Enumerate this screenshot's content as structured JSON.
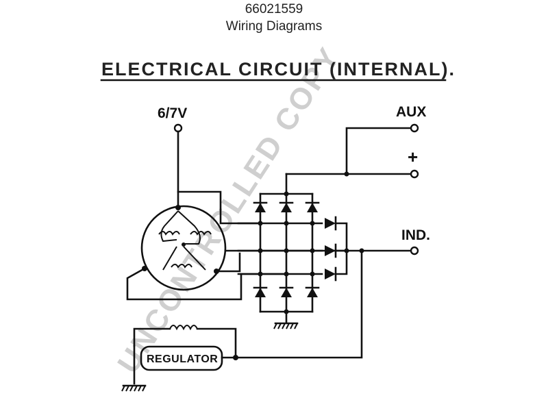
{
  "header": {
    "part_number": "66021559",
    "subtitle": "Wiring Diagrams"
  },
  "diagram": {
    "title": "ELECTRICAL CIRCUIT (INTERNAL).",
    "watermark": "UNCONTROLLED COPY",
    "terminals": {
      "input": "6/7V",
      "aux": "AUX",
      "positive": "+",
      "indicator": "IND."
    },
    "regulator_label": "REGULATOR"
  }
}
